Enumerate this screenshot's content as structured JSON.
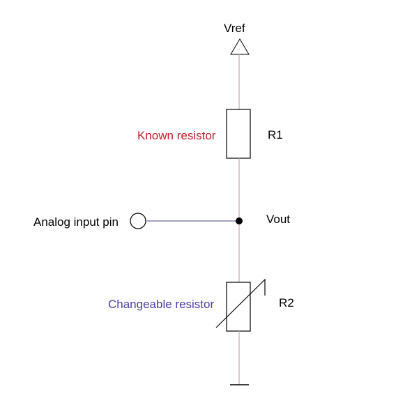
{
  "diagram": {
    "labels": {
      "vref": "Vref",
      "known_resistor": "Known resistor",
      "r1": "R1",
      "analog_input_pin": "Analog input pin",
      "vout": "Vout",
      "changeable_resistor": "Changeable resistor",
      "r2": "R2"
    },
    "colors": {
      "background": "#ffffff",
      "wire": "#c9a8a8",
      "component_stroke": "#000000",
      "text_default": "#000000",
      "known_resistor_text": "#c0202a",
      "changeable_resistor_text": "#4a3ea8",
      "input_wire": "#6a6aa8",
      "node": "#000000"
    }
  }
}
